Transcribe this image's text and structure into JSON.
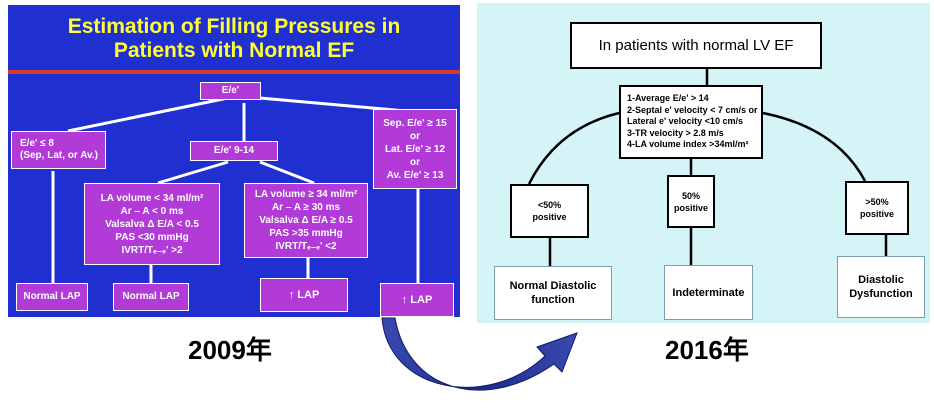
{
  "left": {
    "title_line1": "Estimation of Filling Pressures in",
    "title_line2": "Patients with Normal EF",
    "root": "E/e'",
    "branch_left": [
      "E/e' ≤ 8",
      "(Sep, Lat, or Av.)"
    ],
    "branch_mid": "E/e' 9-14",
    "branch_right": [
      "Sep. E/e' ≥ 15",
      "or",
      "Lat. E/e' ≥ 12",
      "or",
      "Av. E/e' ≥ 13"
    ],
    "criteria_low": [
      "LA volume < 34 ml/m²",
      "Ar – A < 0 ms",
      "Valsalva Δ E/A < 0.5",
      "PAS <30 mmHg",
      "IVRT/Tₑ₋ₑ' >2"
    ],
    "criteria_high": [
      "LA volume ≥ 34 ml/m²",
      "Ar – A ≥ 30 ms",
      "Valsalva Δ E/A ≥ 0.5",
      "PAS >35 mmHg",
      "IVRT/Tₑ₋ₑ' <2"
    ],
    "out_normal_1": "Normal LAP",
    "out_normal_2": "Normal LAP",
    "out_up_1": "↑ LAP",
    "out_up_2": "↑ LAP"
  },
  "right": {
    "title": "In patients with normal LV EF",
    "criteria": [
      "1-Average E/e' > 14",
      "2-Septal e' velocity < 7 cm/s or",
      "Lateral e' velocity <10 cm/s",
      "3-TR velocity > 2.8 m/s",
      "4-LA volume index >34ml/m²"
    ],
    "box_lt50": [
      "<50%",
      "positive"
    ],
    "box_50": [
      "50%",
      "positive"
    ],
    "box_gt50": [
      ">50%",
      "positive"
    ],
    "out_normal": [
      "Normal Diastolic",
      "function"
    ],
    "out_indeterminate": "Indeterminate",
    "out_dysfunction": [
      "Diastolic",
      "Dysfunction"
    ]
  },
  "labels": {
    "year_left": "2009年",
    "year_right": "2016年"
  },
  "colors": {
    "left_bg": "#1f2fd0",
    "left_title": "#ffff33",
    "left_rule": "#d23a2a",
    "left_box": "#b23ad6",
    "right_bg": "#d5f4f7",
    "arrow": "#1a2a8a"
  }
}
